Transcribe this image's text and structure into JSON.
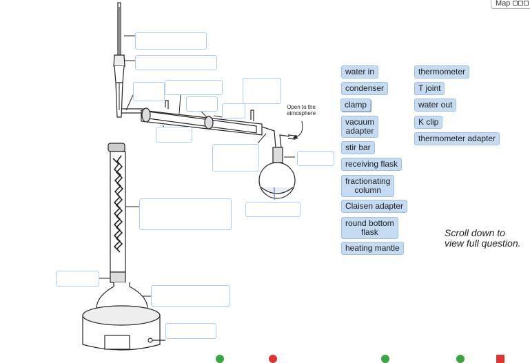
{
  "labels": {
    "col1": [
      {
        "id": "water-in",
        "text": "water in"
      },
      {
        "id": "condenser",
        "text": "condenser"
      },
      {
        "id": "clamp",
        "text": "clamp"
      },
      {
        "id": "vacuum-adapter",
        "text": "vacuum\nadapter"
      },
      {
        "id": "stir-bar",
        "text": "stir bar"
      },
      {
        "id": "receiving-flask",
        "text": "receiving flask"
      },
      {
        "id": "fractionating-column",
        "text": "fractionating\ncolumn"
      },
      {
        "id": "claisen-adapter",
        "text": "Claisen adapter"
      },
      {
        "id": "round-bottom-flask",
        "text": "round bottom\nflask"
      },
      {
        "id": "heating-mantle",
        "text": "heating mantle"
      }
    ],
    "col2": [
      {
        "id": "thermometer",
        "text": "thermometer"
      },
      {
        "id": "t-joint",
        "text": "T joint"
      },
      {
        "id": "water-out",
        "text": "water out"
      },
      {
        "id": "k-clip",
        "text": "K clip"
      },
      {
        "id": "thermometer-adapter",
        "text": "thermometer adapter"
      }
    ]
  },
  "note": "Scroll down to\nview full question.",
  "annotation": "Open to the\natmosphere",
  "map_button": "Map",
  "colors": {
    "chip_bg": "#c5dbf2",
    "chip_border": "#9ebfe2",
    "dropzone_border": "#a9cdee"
  }
}
